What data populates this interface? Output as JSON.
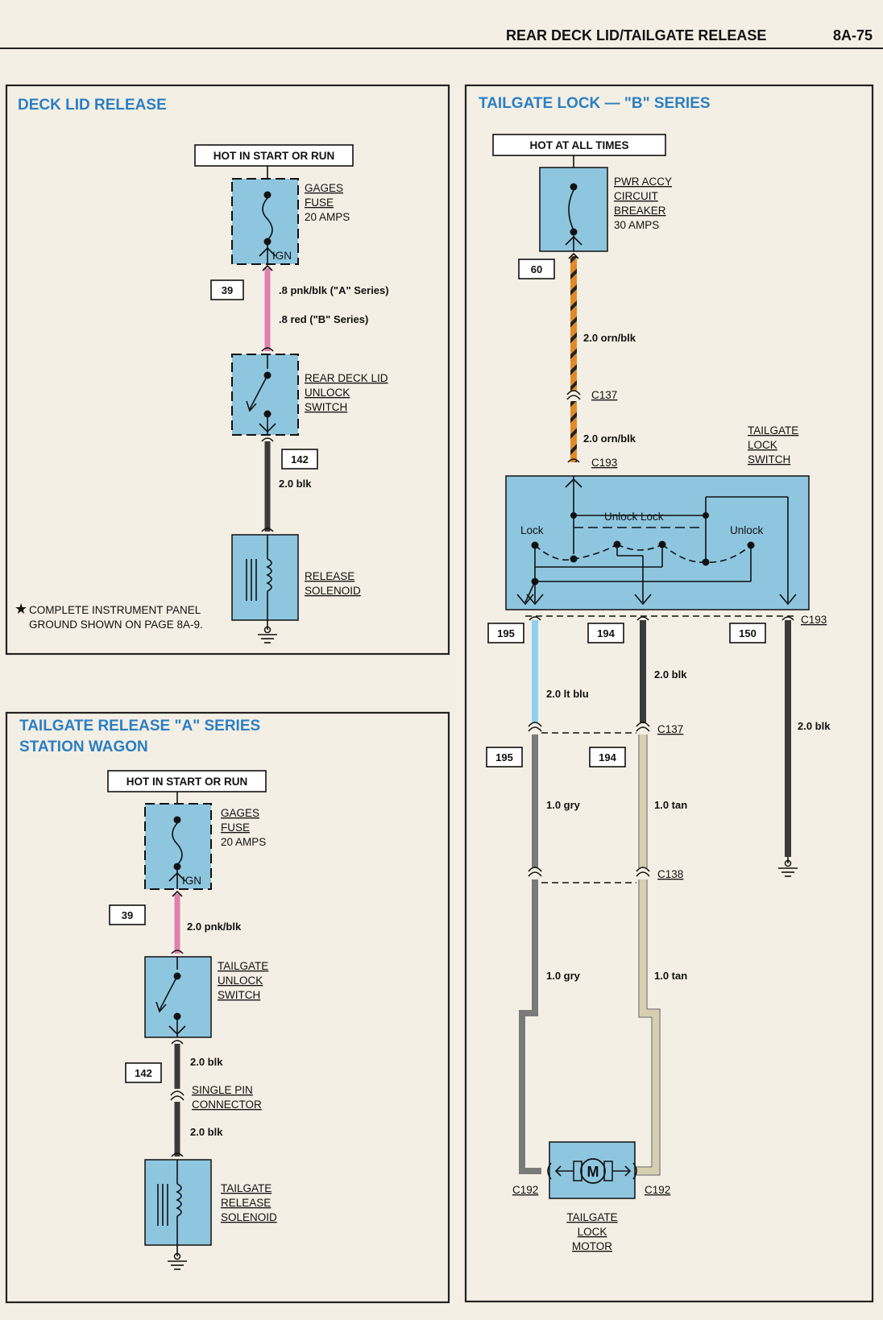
{
  "header": {
    "title": "REAR DECK LID/TAILGATE RELEASE",
    "page": "8A-75"
  },
  "deck_lid": {
    "title": "DECK LID RELEASE",
    "hot": "HOT IN START OR RUN",
    "fuse": [
      "GAGES",
      "FUSE",
      "20 AMPS"
    ],
    "ign": "IGN",
    "circuit1": "39",
    "wire1a": ".8 pnk/blk (\"A\" Series)",
    "wire1b": ".8 red (\"B\" Series)",
    "switch": [
      "REAR DECK LID",
      "UNLOCK",
      "SWITCH"
    ],
    "circuit2": "142",
    "wire2": "2.0 blk",
    "solenoid": [
      "RELEASE",
      "SOLENOID"
    ],
    "note": [
      "COMPLETE INSTRUMENT PANEL",
      "GROUND SHOWN ON PAGE 8A-9."
    ]
  },
  "tailgate_a": {
    "title": [
      "TAILGATE RELEASE \"A\" SERIES",
      "STATION WAGON"
    ],
    "hot": "HOT IN START OR RUN",
    "fuse": [
      "GAGES",
      "FUSE",
      "20 AMPS"
    ],
    "ign": "IGN",
    "circuit1": "39",
    "wire1": "2.0 pnk/blk",
    "switch": [
      "TAILGATE",
      "UNLOCK",
      "SWITCH"
    ],
    "circuit2": "142",
    "wire2": "2.0 blk",
    "connector": [
      "SINGLE PIN",
      "CONNECTOR"
    ],
    "wire3": "2.0 blk",
    "solenoid": [
      "TAILGATE",
      "RELEASE",
      "SOLENOID"
    ]
  },
  "tailgate_b": {
    "title": "TAILGATE LOCK — \"B\" SERIES",
    "hot": "HOT AT ALL TIMES",
    "breaker": [
      "PWR ACCY",
      "CIRCUIT",
      "BREAKER",
      "30 AMPS"
    ],
    "circuit_top": "60",
    "wire_top": "2.0 orn/blk",
    "c137": "C137",
    "wire_top2": "2.0 orn/blk",
    "c193": "C193",
    "switch_label": [
      "TAILGATE",
      "LOCK",
      "SWITCH"
    ],
    "sw_lock": "Lock",
    "sw_unlock_lock": "Unlock Lock",
    "sw_unlock": "Unlock",
    "c193_right": "C193",
    "circ_195": "195",
    "circ_194": "194",
    "circ_150": "150",
    "wire_blk_mid": "2.0 blk",
    "wire_ltblu": "2.0 lt blu",
    "c137_mid": "C137",
    "wire_blk_right": "2.0 blk",
    "circ_195b": "195",
    "circ_194b": "194",
    "wire_gry1": "1.0 gry",
    "wire_tan1": "1.0 tan",
    "c138": "C138",
    "wire_gry2": "1.0 gry",
    "wire_tan2": "1.0 tan",
    "motor_symbol": "M",
    "c192_left": "C192",
    "c192_right": "C192",
    "motor": [
      "TAILGATE",
      "LOCK",
      "MOTOR"
    ]
  },
  "colors": {
    "component_fill": "#8ec6e0",
    "title_blue": "#2a7fc4",
    "wire_pink": "#e07fb0",
    "wire_orange": "#e08a2a",
    "wire_black": "#3a3a3a",
    "wire_ltblu": "#8fd0ee",
    "wire_gray": "#7a7a7a",
    "wire_tan": "#d8cfb0"
  }
}
